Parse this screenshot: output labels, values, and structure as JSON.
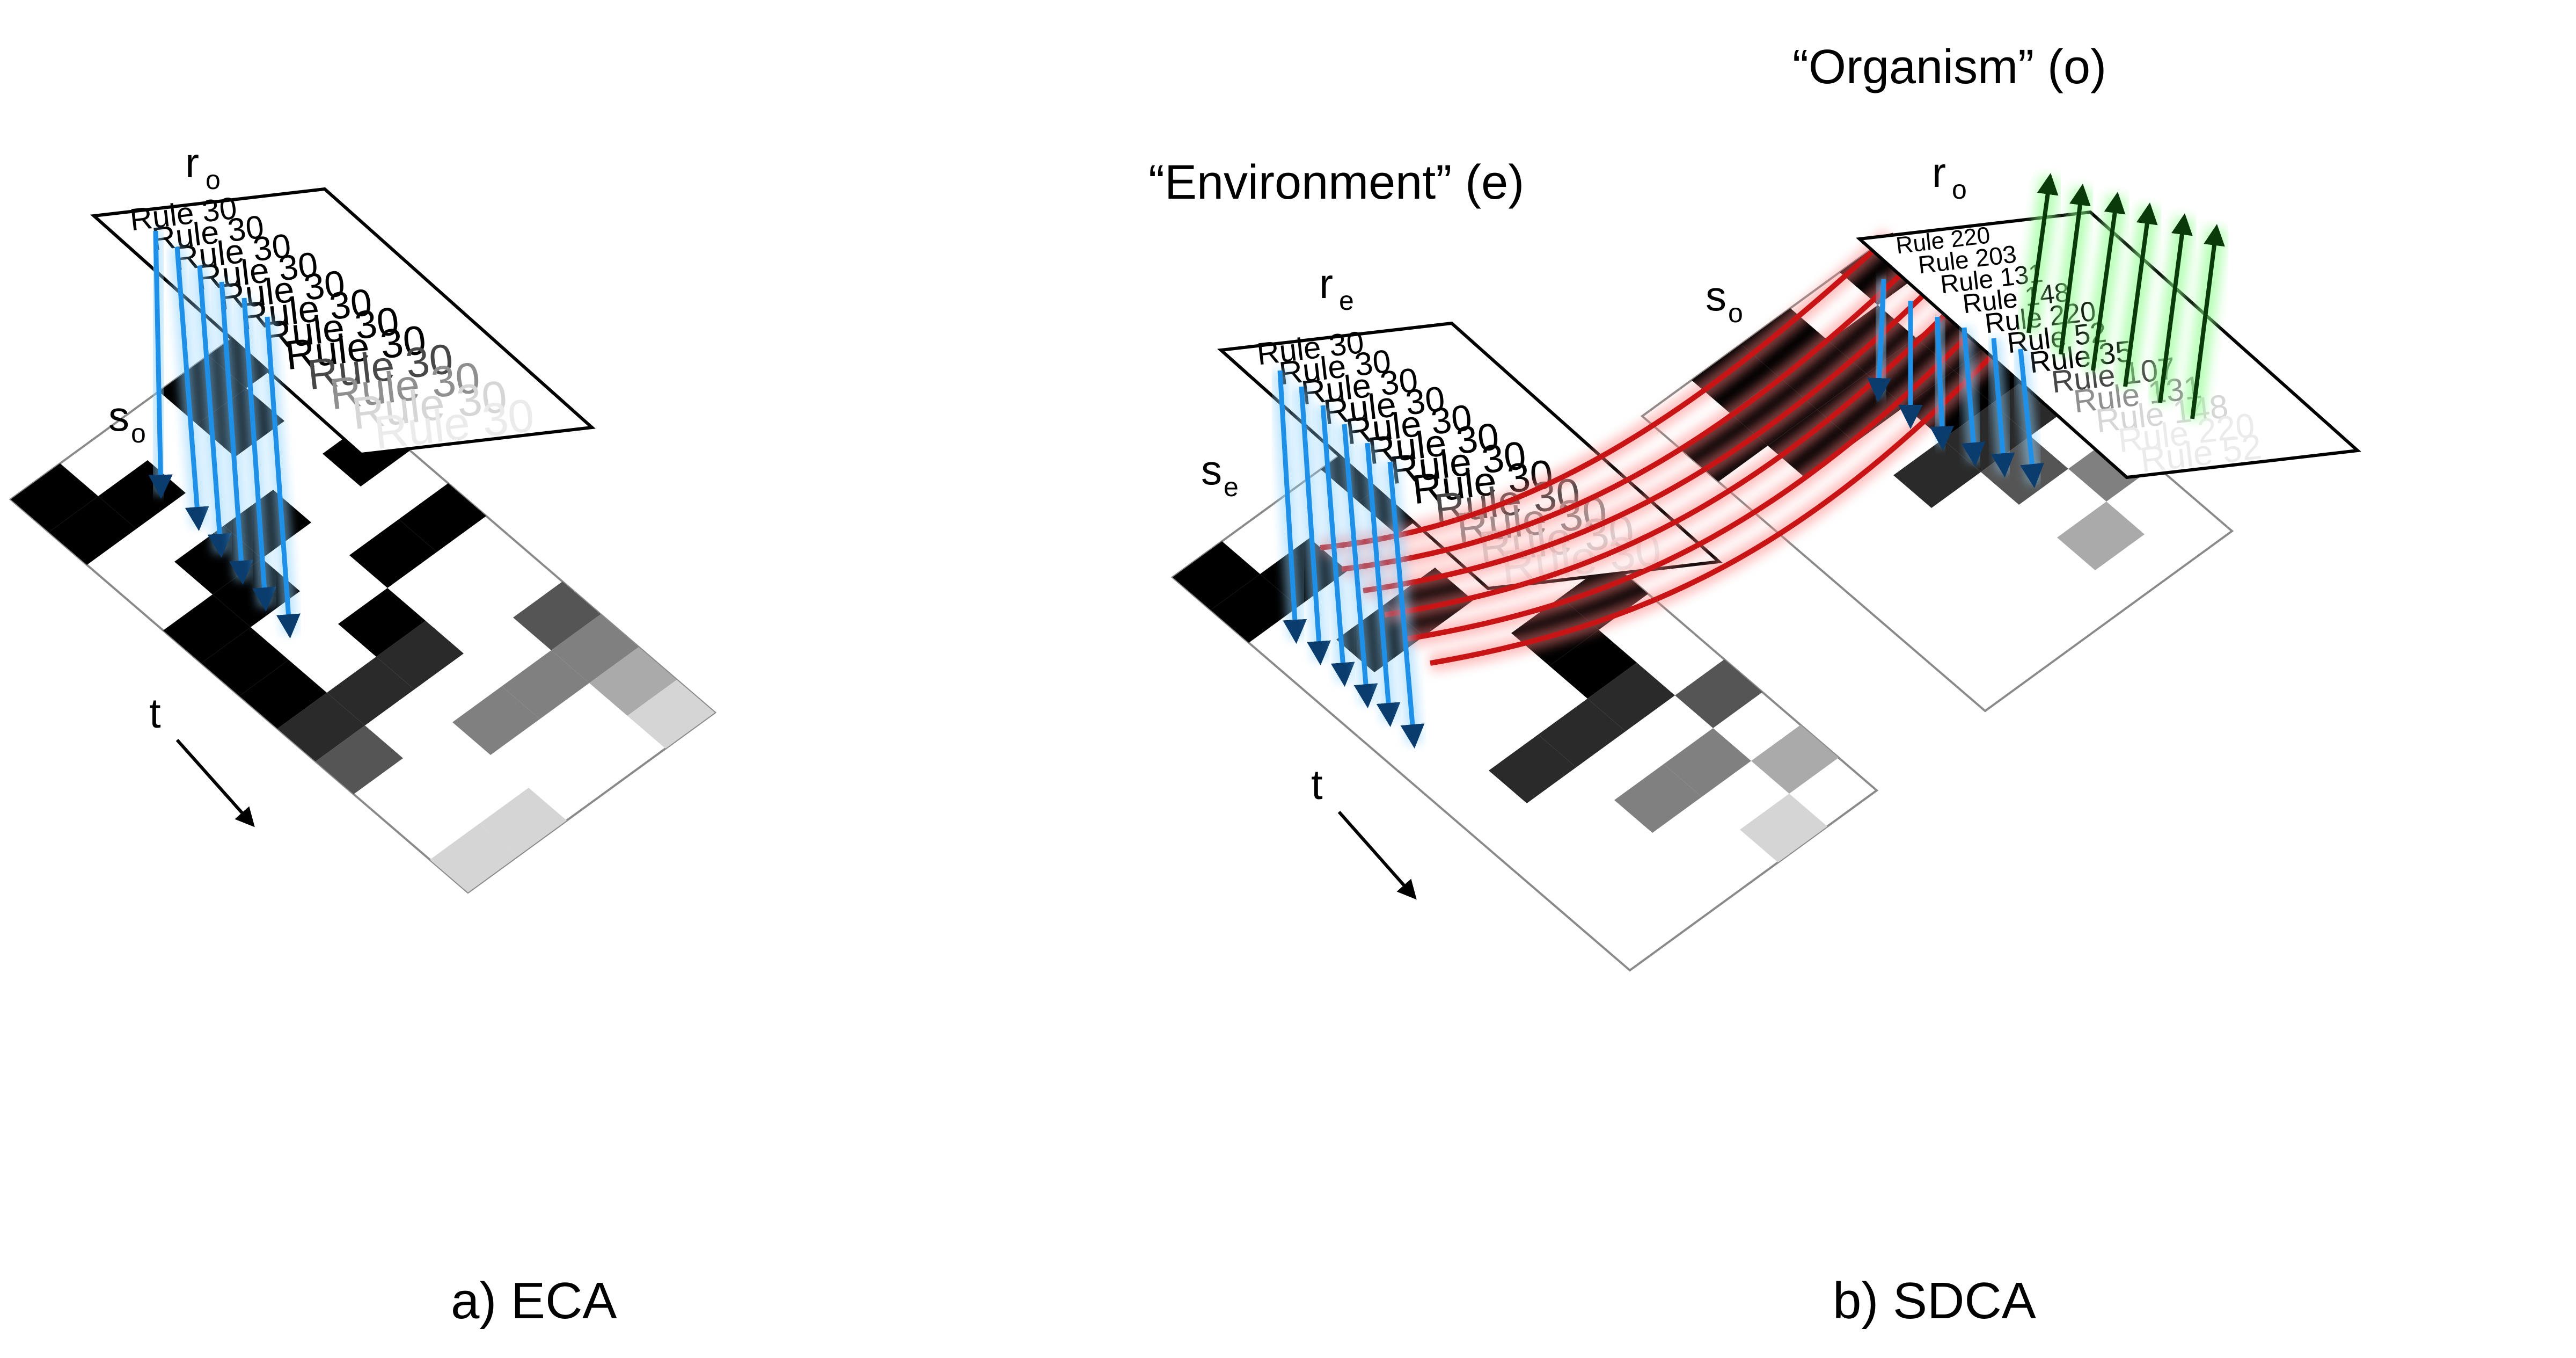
{
  "panel_a": {
    "caption": "a)  ECA",
    "label_r": "r",
    "label_r_sub": "o",
    "label_s": "s",
    "label_s_sub": "o",
    "label_t": "t",
    "rules": [
      "Rule 30",
      "Rule 30",
      "Rule 30",
      "Rule 30",
      "Rule 30",
      "Rule 30",
      "Rule 30",
      "Rule 30",
      "Rule 30",
      "Rule 30",
      "Rule 30",
      "Rule 30"
    ]
  },
  "panel_b": {
    "caption": "b)  SDCA",
    "environment_title": "“Environment” (e)",
    "organism_title": "“Organism” (o)",
    "label_re": "r",
    "label_re_sub": "e",
    "label_se": "s",
    "label_se_sub": "e",
    "label_so": "s",
    "label_so_sub": "o",
    "label_ro": "r",
    "label_ro_sub": "o",
    "label_t": "t",
    "env_rules": [
      "Rule 30",
      "Rule 30",
      "Rule 30",
      "Rule 30",
      "Rule 30",
      "Rule 30",
      "Rule 30",
      "Rule 30",
      "Rule 30",
      "Rule 30",
      "Rule 30",
      "Rule 30"
    ],
    "org_rules": [
      "Rule 220",
      "Rule 203",
      "Rule 131",
      "Rule 148",
      "Rule 220",
      "Rule 52",
      "Rule 35",
      "Rule 107",
      "Rule 131",
      "Rule 148",
      "Rule 220",
      "Rule 52"
    ]
  },
  "colors": {
    "blue_arrow": "#1e90e8",
    "red_arrow": "#c81414",
    "green_arrow": "#2e9e2e",
    "cell_black": "#000000"
  }
}
